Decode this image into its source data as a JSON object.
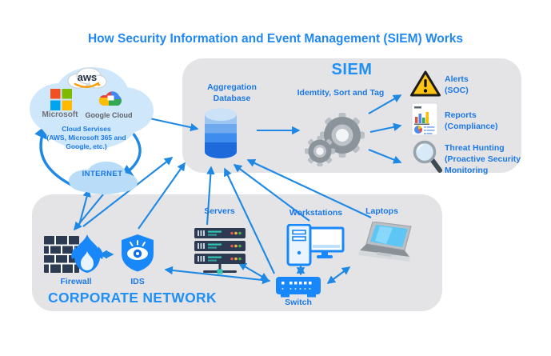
{
  "title": "How Security Information and Event Management (SIEM) Works",
  "colors": {
    "accent_blue": "#1E88E5",
    "title_blue": "#2188F2",
    "label_blue": "#1C78E6",
    "panel_gray": "#E4E4E6",
    "cloud_blue": "#CFE7FB",
    "internet_cloud_blue": "#B9DCF8",
    "icon_blue": "#1787FA",
    "warning_yellow": "#FFC412",
    "dark_navy": "#2C3B52"
  },
  "cloud": {
    "aws_label": "aws",
    "microsoft_label": "Microsoft",
    "google_label": "Google Cloud",
    "caption": "Cloud Servises\n(AWS, Microsoft 365 and\nGoogle, etc.)",
    "internet_label": "INTERNET"
  },
  "siem": {
    "title": "SIEM",
    "aggregation_label": "Aggregation\nDatabase",
    "identity_label": "Idemtity, Sort and Tag",
    "outputs": [
      {
        "name": "alerts",
        "icon": "warning-triangle-icon",
        "label": "Alerts\n(SOC)"
      },
      {
        "name": "reports",
        "icon": "report-chart-icon",
        "label": "Reports\n(Compliance)"
      },
      {
        "name": "threat-hunting",
        "icon": "magnifier-icon",
        "label": "Threat Hunting\n(Proactive Security\nMonitoring"
      }
    ]
  },
  "corporate": {
    "title": "CORPORATE NETWORK",
    "nodes": {
      "firewall": "Firewall",
      "ids": "IDS",
      "servers": "Servers",
      "workstations": "Workstations",
      "laptops": "Laptops",
      "switch": "Switch"
    }
  }
}
